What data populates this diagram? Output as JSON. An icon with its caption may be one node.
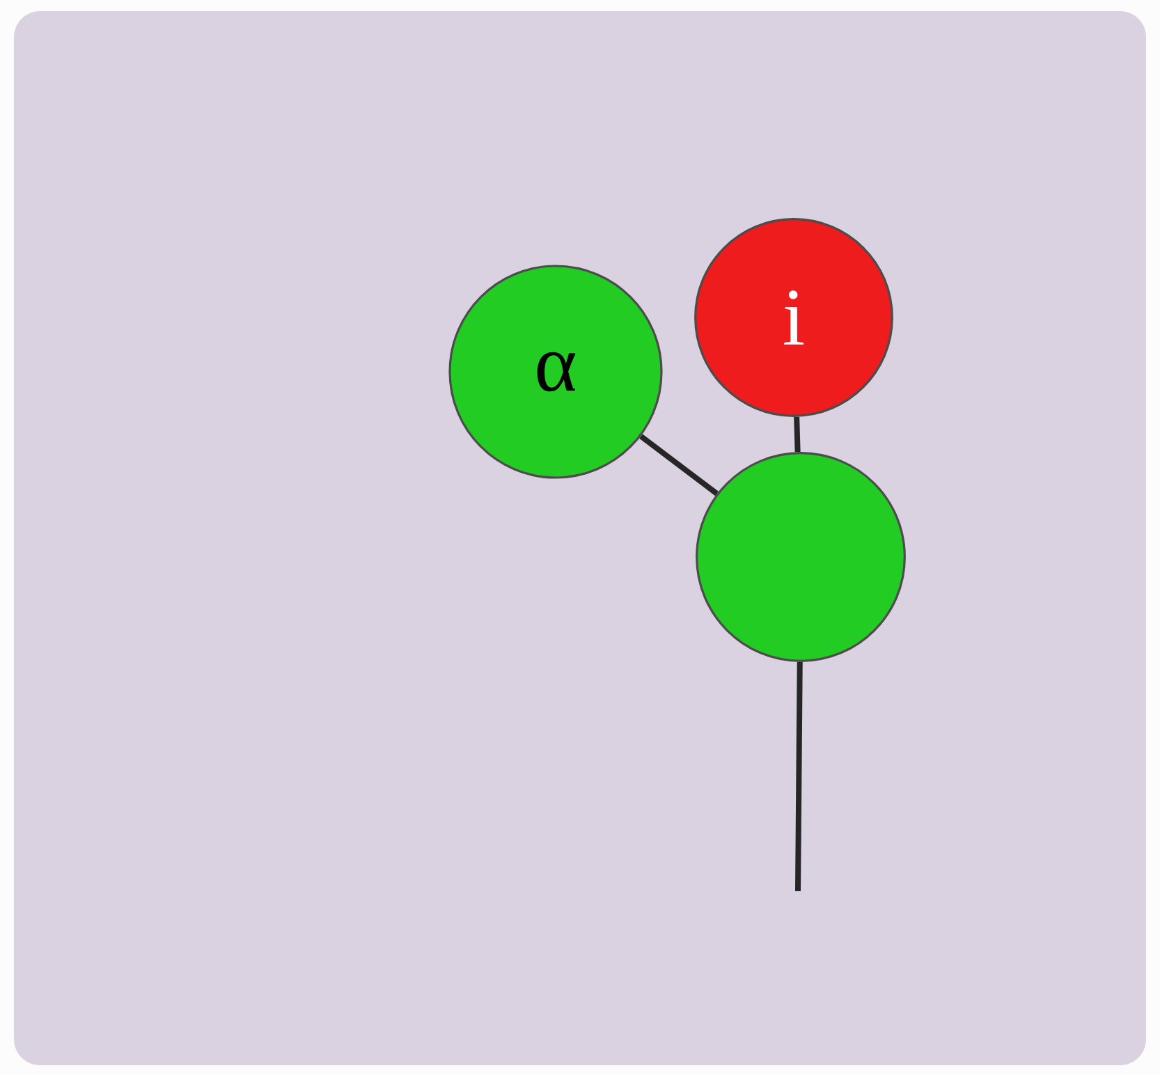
{
  "diagram": {
    "nodes": [
      {
        "text": [
          "α"
        ]
      },
      {
        "text": [
          "i"
        ]
      },
      {
        "text": [],
        "shape": "circle"
      }
    ],
    "edges": [
      {
        "from": 0,
        "to": 2,
        "arrow": "none"
      },
      {
        "from": 1,
        "to": 2,
        "arrow": "none"
      },
      {
        "from": 2,
        "to": null,
        "arrow": "none"
      }
    ]
  }
}
